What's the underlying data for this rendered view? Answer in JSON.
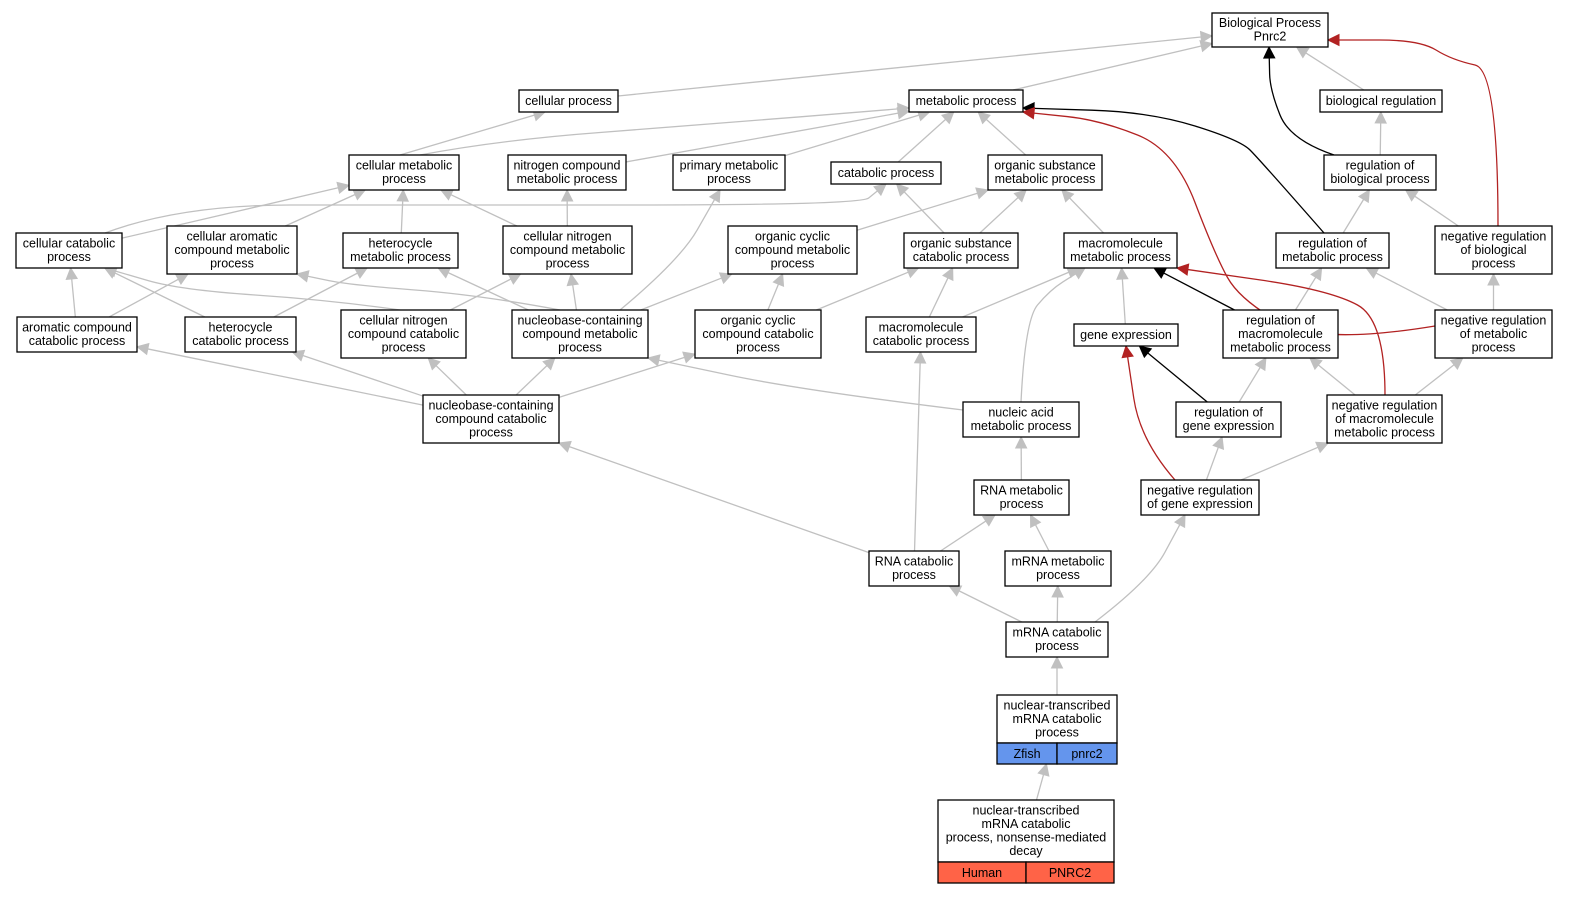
{
  "colors": {
    "gray_edge": "#c0c0c0",
    "black_edge": "#000000",
    "red_edge": "#b22222",
    "zfish_tag": "#6495ed",
    "human_tag": "#ff6347"
  },
  "nodes": {
    "bp": {
      "lines": [
        "Biological Process",
        "Pnrc2"
      ]
    },
    "cellproc": {
      "lines": [
        "cellular process"
      ]
    },
    "metproc": {
      "lines": [
        "metabolic process"
      ]
    },
    "bioreg": {
      "lines": [
        "biological regulation"
      ]
    },
    "cellmet": {
      "lines": [
        "cellular metabolic",
        "process"
      ]
    },
    "nitro": {
      "lines": [
        "nitrogen compound",
        "metabolic process"
      ]
    },
    "primary": {
      "lines": [
        "primary metabolic",
        "process"
      ]
    },
    "catab": {
      "lines": [
        "catabolic process"
      ]
    },
    "orgsub": {
      "lines": [
        "organic substance",
        "metabolic process"
      ]
    },
    "regbio": {
      "lines": [
        "regulation of",
        "biological process"
      ]
    },
    "cellcat": {
      "lines": [
        "cellular catabolic",
        "process"
      ]
    },
    "cellarom": {
      "lines": [
        "cellular aromatic",
        "compound metabolic",
        "process"
      ]
    },
    "hetmet": {
      "lines": [
        "heterocycle",
        "metabolic process"
      ]
    },
    "cellnitro": {
      "lines": [
        "cellular nitrogen",
        "compound metabolic",
        "process"
      ]
    },
    "orgcyc": {
      "lines": [
        "organic cyclic",
        "compound metabolic",
        "process"
      ]
    },
    "orgsubcat": {
      "lines": [
        "organic substance",
        "catabolic process"
      ]
    },
    "macromet": {
      "lines": [
        "macromolecule",
        "metabolic process"
      ]
    },
    "regmet": {
      "lines": [
        "regulation of",
        "metabolic process"
      ]
    },
    "negbio": {
      "lines": [
        "negative regulation",
        "of biological",
        "process"
      ]
    },
    "aromcat": {
      "lines": [
        "aromatic compound",
        "catabolic process"
      ]
    },
    "hetcat": {
      "lines": [
        "heterocycle",
        "catabolic process"
      ]
    },
    "cellnitcat": {
      "lines": [
        "cellular nitrogen",
        "compound catabolic",
        "process"
      ]
    },
    "nucmet": {
      "lines": [
        "nucleobase-containing",
        "compound metabolic",
        "process"
      ]
    },
    "orgcyccat": {
      "lines": [
        "organic cyclic",
        "compound catabolic",
        "process"
      ]
    },
    "macrocat": {
      "lines": [
        "macromolecule",
        "catabolic process"
      ]
    },
    "geneexp": {
      "lines": [
        "gene expression"
      ]
    },
    "regmacro": {
      "lines": [
        "regulation of",
        "macromolecule",
        "metabolic process"
      ]
    },
    "negmet": {
      "lines": [
        "negative regulation",
        "of metabolic",
        "process"
      ]
    },
    "nuccat": {
      "lines": [
        "nucleobase-containing",
        "compound catabolic",
        "process"
      ]
    },
    "nucacid": {
      "lines": [
        "nucleic acid",
        "metabolic process"
      ]
    },
    "reggene": {
      "lines": [
        "regulation of",
        "gene expression"
      ]
    },
    "negmacro": {
      "lines": [
        "negative regulation",
        "of macromolecule",
        "metabolic process"
      ]
    },
    "rnamet": {
      "lines": [
        "RNA metabolic",
        "process"
      ]
    },
    "neggene": {
      "lines": [
        "negative regulation",
        "of gene expression"
      ]
    },
    "rnacat": {
      "lines": [
        "RNA catabolic",
        "process"
      ]
    },
    "mrnamet": {
      "lines": [
        "mRNA metabolic",
        "process"
      ]
    },
    "mrnacat": {
      "lines": [
        "mRNA catabolic",
        "process"
      ]
    },
    "nuctrans": {
      "lines": [
        "nuclear-transcribed",
        "mRNA catabolic",
        "process"
      ],
      "tags": [
        "Zfish",
        "pnrc2"
      ],
      "tag_color": "zfish_tag"
    },
    "nmd": {
      "lines": [
        "nuclear-transcribed",
        "mRNA catabolic",
        "process, nonsense-mediated",
        "decay"
      ],
      "tags": [
        "Human",
        "PNRC2"
      ],
      "tag_color": "human_tag"
    }
  },
  "edges": [
    {
      "from": "cellproc",
      "to": "bp",
      "color": "gray_edge"
    },
    {
      "from": "metproc",
      "to": "bp",
      "color": "gray_edge"
    },
    {
      "from": "bioreg",
      "to": "bp",
      "color": "gray_edge"
    },
    {
      "from": "regbio",
      "to": "bp",
      "color": "black_edge"
    },
    {
      "from": "negbio",
      "to": "bp",
      "color": "red_edge"
    },
    {
      "from": "cellmet",
      "to": "cellproc",
      "color": "gray_edge"
    },
    {
      "from": "cellmet",
      "to": "metproc",
      "color": "gray_edge"
    },
    {
      "from": "nitro",
      "to": "metproc",
      "color": "gray_edge"
    },
    {
      "from": "primary",
      "to": "metproc",
      "color": "gray_edge"
    },
    {
      "from": "catab",
      "to": "metproc",
      "color": "gray_edge"
    },
    {
      "from": "orgsub",
      "to": "metproc",
      "color": "gray_edge"
    },
    {
      "from": "regmet",
      "to": "metproc",
      "color": "black_edge"
    },
    {
      "from": "negmet",
      "to": "metproc",
      "color": "red_edge"
    },
    {
      "from": "regbio",
      "to": "bioreg",
      "color": "gray_edge"
    },
    {
      "from": "regmet",
      "to": "regbio",
      "color": "gray_edge"
    },
    {
      "from": "negbio",
      "to": "regbio",
      "color": "gray_edge"
    },
    {
      "from": "cellcat",
      "to": "cellmet",
      "color": "gray_edge"
    },
    {
      "from": "cellcat",
      "to": "catab",
      "color": "gray_edge"
    },
    {
      "from": "cellarom",
      "to": "cellmet",
      "color": "gray_edge"
    },
    {
      "from": "hetmet",
      "to": "cellmet",
      "color": "gray_edge"
    },
    {
      "from": "cellnitro",
      "to": "cellmet",
      "color": "gray_edge"
    },
    {
      "from": "cellnitro",
      "to": "nitro",
      "color": "gray_edge"
    },
    {
      "from": "orgcyc",
      "to": "orgsub",
      "color": "gray_edge"
    },
    {
      "from": "orgsubcat",
      "to": "orgsub",
      "color": "gray_edge"
    },
    {
      "from": "orgsubcat",
      "to": "catab",
      "color": "gray_edge"
    },
    {
      "from": "macromet",
      "to": "orgsub",
      "color": "gray_edge"
    },
    {
      "from": "nucmet",
      "to": "primary",
      "color": "gray_edge"
    },
    {
      "from": "negmet",
      "to": "regmet",
      "color": "gray_edge"
    },
    {
      "from": "negmet",
      "to": "negbio",
      "color": "gray_edge"
    },
    {
      "from": "regmacro",
      "to": "regmet",
      "color": "gray_edge"
    },
    {
      "from": "regmacro",
      "to": "macromet",
      "color": "black_edge"
    },
    {
      "from": "negmacro",
      "to": "macromet",
      "color": "red_edge"
    },
    {
      "from": "aromcat",
      "to": "cellcat",
      "color": "gray_edge"
    },
    {
      "from": "aromcat",
      "to": "cellarom",
      "color": "gray_edge"
    },
    {
      "from": "hetcat",
      "to": "cellcat",
      "color": "gray_edge"
    },
    {
      "from": "hetcat",
      "to": "hetmet",
      "color": "gray_edge"
    },
    {
      "from": "cellnitcat",
      "to": "cellcat",
      "color": "gray_edge"
    },
    {
      "from": "cellnitcat",
      "to": "cellnitro",
      "color": "gray_edge"
    },
    {
      "from": "nucmet",
      "to": "cellarom",
      "color": "gray_edge"
    },
    {
      "from": "nucmet",
      "to": "hetmet",
      "color": "gray_edge"
    },
    {
      "from": "nucmet",
      "to": "cellnitro",
      "color": "gray_edge"
    },
    {
      "from": "nucmet",
      "to": "orgcyc",
      "color": "gray_edge"
    },
    {
      "from": "orgcyccat",
      "to": "orgcyc",
      "color": "gray_edge"
    },
    {
      "from": "orgcyccat",
      "to": "orgsubcat",
      "color": "gray_edge"
    },
    {
      "from": "macrocat",
      "to": "orgsubcat",
      "color": "gray_edge"
    },
    {
      "from": "macrocat",
      "to": "macromet",
      "color": "gray_edge"
    },
    {
      "from": "geneexp",
      "to": "macromet",
      "color": "gray_edge"
    },
    {
      "from": "nucacid",
      "to": "macromet",
      "color": "gray_edge"
    },
    {
      "from": "reggene",
      "to": "geneexp",
      "color": "black_edge"
    },
    {
      "from": "reggene",
      "to": "regmacro",
      "color": "gray_edge"
    },
    {
      "from": "negmacro",
      "to": "regmacro",
      "color": "gray_edge"
    },
    {
      "from": "negmacro",
      "to": "negmet",
      "color": "gray_edge"
    },
    {
      "from": "nuccat",
      "to": "aromcat",
      "color": "gray_edge"
    },
    {
      "from": "nuccat",
      "to": "hetcat",
      "color": "gray_edge"
    },
    {
      "from": "nuccat",
      "to": "cellnitcat",
      "color": "gray_edge"
    },
    {
      "from": "nuccat",
      "to": "nucmet",
      "color": "gray_edge"
    },
    {
      "from": "nuccat",
      "to": "orgcyccat",
      "color": "gray_edge"
    },
    {
      "from": "nucacid",
      "to": "nucmet",
      "color": "gray_edge"
    },
    {
      "from": "rnamet",
      "to": "nucacid",
      "color": "gray_edge"
    },
    {
      "from": "neggene",
      "to": "geneexp",
      "color": "red_edge"
    },
    {
      "from": "neggene",
      "to": "reggene",
      "color": "gray_edge"
    },
    {
      "from": "neggene",
      "to": "negmacro",
      "color": "gray_edge"
    },
    {
      "from": "rnacat",
      "to": "nuccat",
      "color": "gray_edge"
    },
    {
      "from": "rnacat",
      "to": "macrocat",
      "color": "gray_edge"
    },
    {
      "from": "rnacat",
      "to": "rnamet",
      "color": "gray_edge"
    },
    {
      "from": "mrnamet",
      "to": "rnamet",
      "color": "gray_edge"
    },
    {
      "from": "mrnacat",
      "to": "rnacat",
      "color": "gray_edge"
    },
    {
      "from": "mrnacat",
      "to": "mrnamet",
      "color": "gray_edge"
    },
    {
      "from": "mrnacat",
      "to": "neggene",
      "color": "gray_edge"
    },
    {
      "from": "nuctrans",
      "to": "mrnacat",
      "color": "gray_edge"
    },
    {
      "from": "nmd",
      "to": "nuctrans",
      "color": "gray_edge"
    }
  ]
}
